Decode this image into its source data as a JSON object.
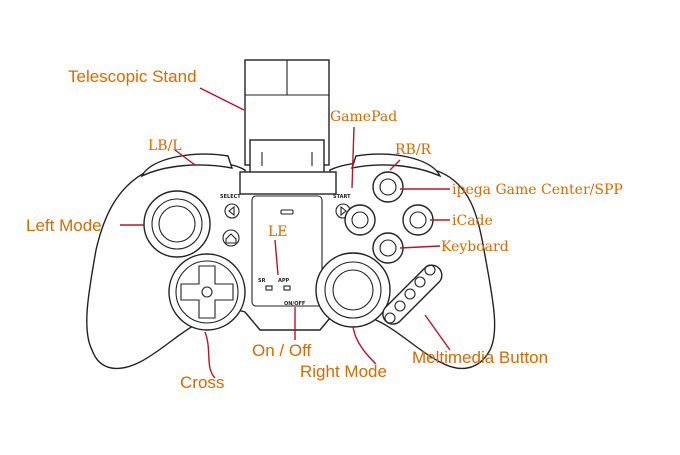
{
  "labels": {
    "telescopic_stand": "Telescopic Stand",
    "gamepad": "GamePad",
    "lb_l": "LB/L",
    "rb_r": "RB/R",
    "ipega": "ipega Game Center/SPP",
    "icade": "iCade",
    "keyboard": "Keyboard",
    "left_mode": "Left Mode",
    "le": "LE",
    "cross": "Cross",
    "on_off": "On / Off",
    "right_mode": "Right Mode",
    "multimedia": "Meltimedia Button"
  },
  "body_text": {
    "select": "SELECT",
    "start": "START",
    "sr": "SR",
    "app": "APP",
    "onoff_switch": "ON/OFF"
  },
  "colors": {
    "label": "#d46a00",
    "leader": "#b0182a",
    "outline": "#222222"
  }
}
